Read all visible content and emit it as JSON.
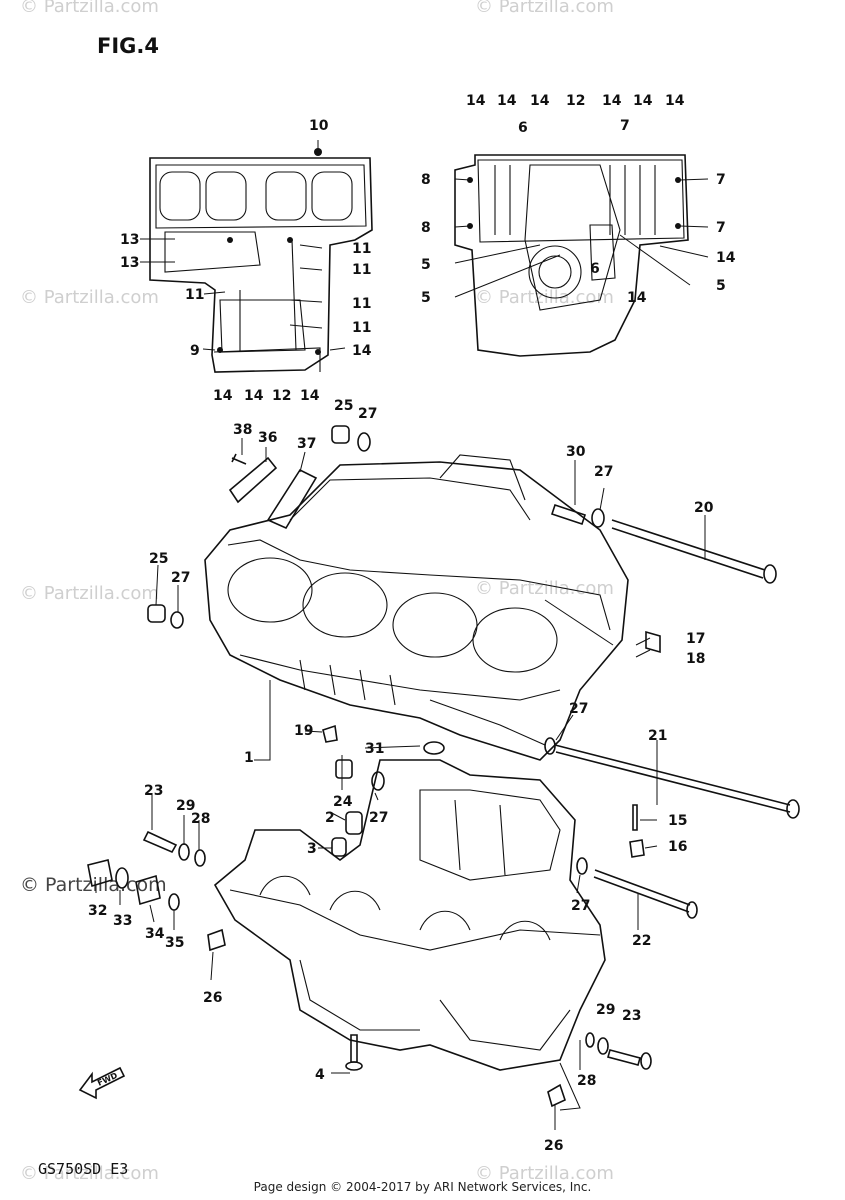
{
  "figure_title": "FIG.4",
  "model_code": "GS750SD  E3",
  "footer": "Page design © 2004-2017 by ARI Network Services, Inc.",
  "watermarks": {
    "top_left": "© Partzilla.com",
    "top_right": "© Partzilla.com",
    "mid_left_1": "© Partzilla.com",
    "mid_right_1": "© Partzilla.com",
    "mid_left_2": "© Partzilla.com",
    "mid_right_2": "© Partzilla.com",
    "mid_left_3": "© Partzilla.com",
    "bottom_left": "© Partzilla.com",
    "bottom_right": "© Partzilla.com"
  },
  "front_arrow": "FWD",
  "callouts": {
    "c1": "1",
    "c2": "2",
    "c3": "3",
    "c4": "4",
    "c5a": "5",
    "c5b": "5",
    "c5c": "5",
    "c6a": "6",
    "c6b": "6",
    "c7a": "7",
    "c7b": "7",
    "c7c": "7",
    "c8a": "8",
    "c8b": "8",
    "c9": "9",
    "c10": "10",
    "c11a": "11",
    "c11b": "11",
    "c11c": "11",
    "c11d": "11",
    "c11e": "11",
    "c12a": "12",
    "c12b": "12",
    "c13a": "13",
    "c13b": "13",
    "c14a": "14",
    "c14b": "14",
    "c14c": "14",
    "c14d": "14",
    "c14e": "14",
    "c14f": "14",
    "c14g": "14",
    "c14h": "14",
    "c14i": "14",
    "c14j": "14",
    "c14k": "14",
    "c14l": "14",
    "c15": "15",
    "c16": "16",
    "c17": "17",
    "c18": "18",
    "c19": "19",
    "c20": "20",
    "c21": "21",
    "c22": "22",
    "c23": "23",
    "c23b": "23",
    "c24": "24",
    "c25a": "25",
    "c25b": "25",
    "c26a": "26",
    "c26b": "26",
    "c27a": "27",
    "c27b": "27",
    "c27c": "27",
    "c27d": "27",
    "c27e": "27",
    "c27f": "27",
    "c28a": "28",
    "c28b": "28",
    "c29a": "29",
    "c29b": "29",
    "c30": "30",
    "c31": "31",
    "c32": "32",
    "c33": "33",
    "c34": "34",
    "c35": "35",
    "c36": "36",
    "c37": "37",
    "c38": "38"
  }
}
